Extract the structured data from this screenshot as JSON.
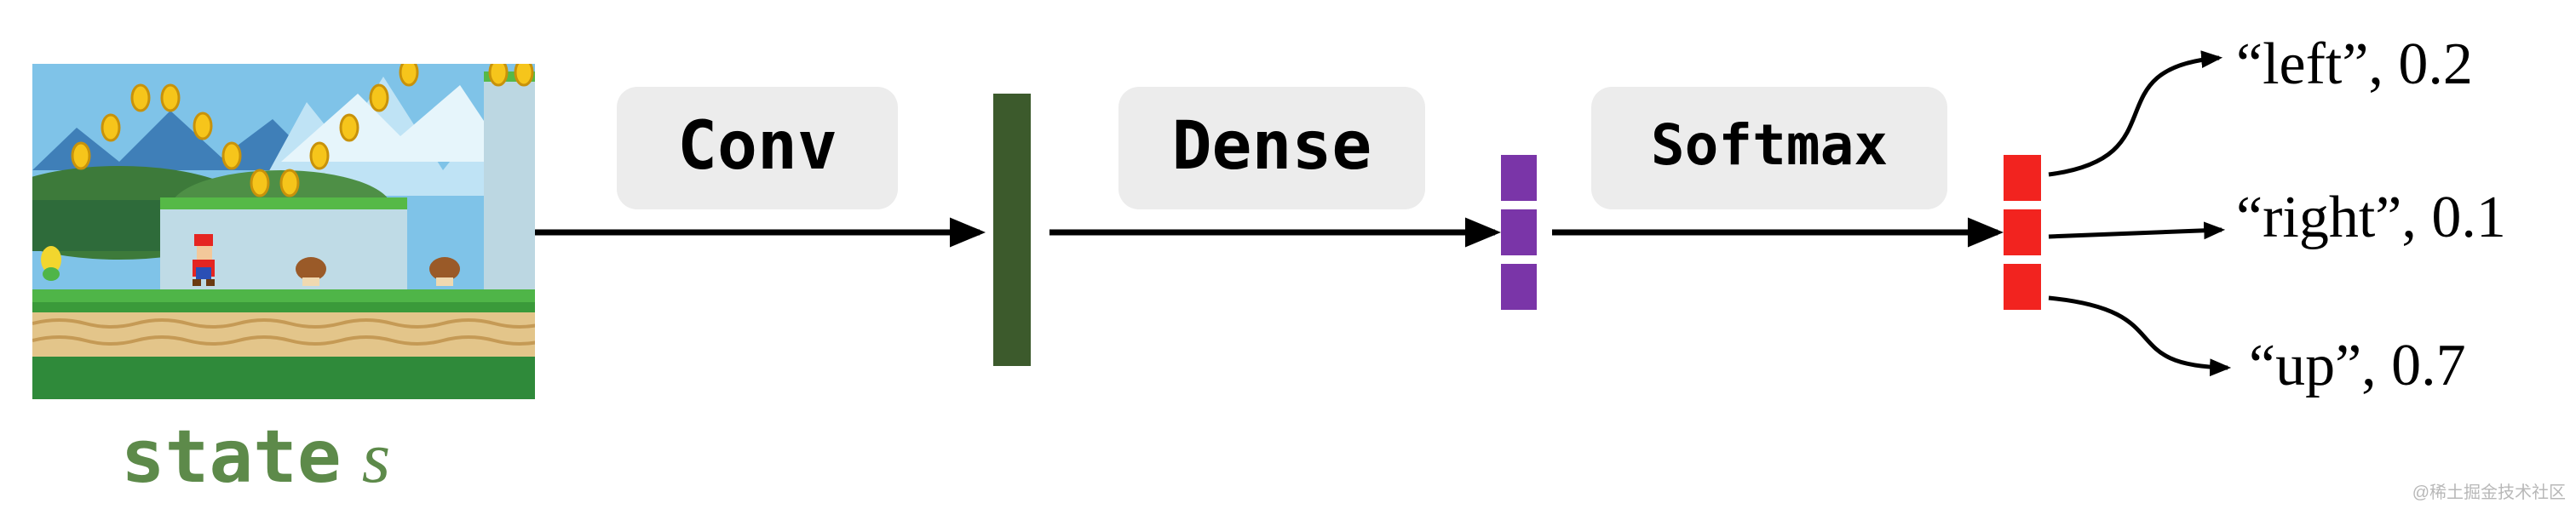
{
  "input": {
    "image_icon": "game-screenshot-icon",
    "label_word": "state",
    "label_symbol": "s"
  },
  "layers": {
    "conv": "Conv",
    "dense": "Dense",
    "softmax": "Softmax"
  },
  "outputs": [
    {
      "text": "“left”, 0.2"
    },
    {
      "text": "“right”, 0.1"
    },
    {
      "text": "“up”, 0.7"
    }
  ],
  "watermark": "@稀土掘金技术社区",
  "colors": {
    "label_green": "#5d8a4a",
    "conv_feature": "#3c5a2c",
    "dense_feature": "#7a35a8",
    "softmax_output": "#f2231f",
    "layer_box": "#ececec",
    "arrow": "#000000"
  }
}
